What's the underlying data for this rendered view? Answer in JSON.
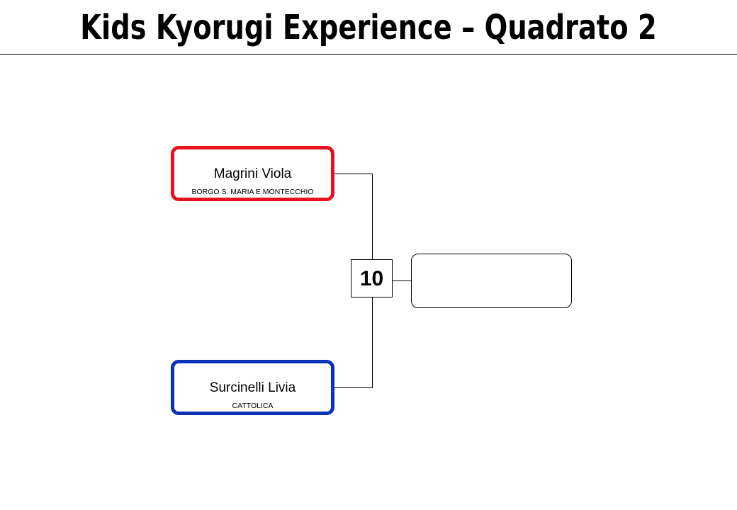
{
  "header": {
    "title": "Kids Kyorugi Experience – Quadrato 2"
  },
  "bracket": {
    "match": {
      "number": "10"
    },
    "red_corner": {
      "name": "Magrini Viola",
      "club": "BORGO S. MARIA E MONTECCHIO",
      "color": "#e8121e"
    },
    "blue_corner": {
      "name": "Surcinelli Livia",
      "club": "CATTOLICA",
      "color": "#0a32b4"
    },
    "winner": {
      "name": ""
    }
  }
}
